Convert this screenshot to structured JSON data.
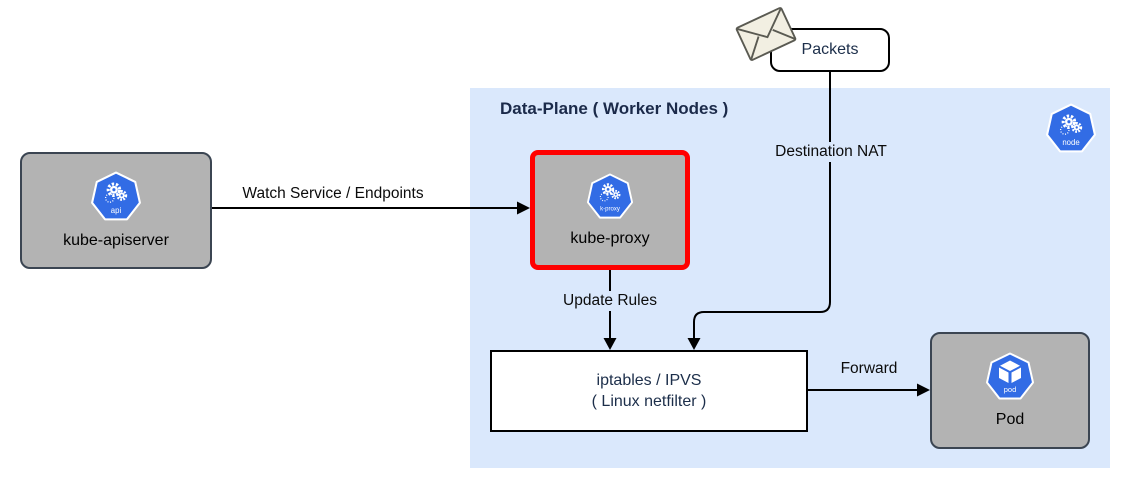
{
  "region": {
    "label": "Data-Plane ( Worker Nodes )"
  },
  "nodes": {
    "apiserver": {
      "label": "kube-apiserver"
    },
    "kubeproxy": {
      "label": "kube-proxy"
    },
    "packets": {
      "label": "Packets"
    },
    "iptables": {
      "line1": "iptables / IPVS",
      "line2": "( Linux netfilter )"
    },
    "pod": {
      "label": "Pod"
    }
  },
  "icons": {
    "api": "api",
    "kproxy": "k-proxy",
    "node": "node",
    "pod": "pod"
  },
  "edges": {
    "watch": {
      "label": "Watch Service / Endpoints"
    },
    "dnat": {
      "label": "Destination NAT"
    },
    "update": {
      "label": "Update Rules"
    },
    "forward": {
      "label": "Forward"
    }
  },
  "colors": {
    "kubernetes_blue": "#326ce5",
    "region_blue": "#dae8fc",
    "box_gray": "#b3b3b3",
    "highlight_red": "#ff0000"
  }
}
